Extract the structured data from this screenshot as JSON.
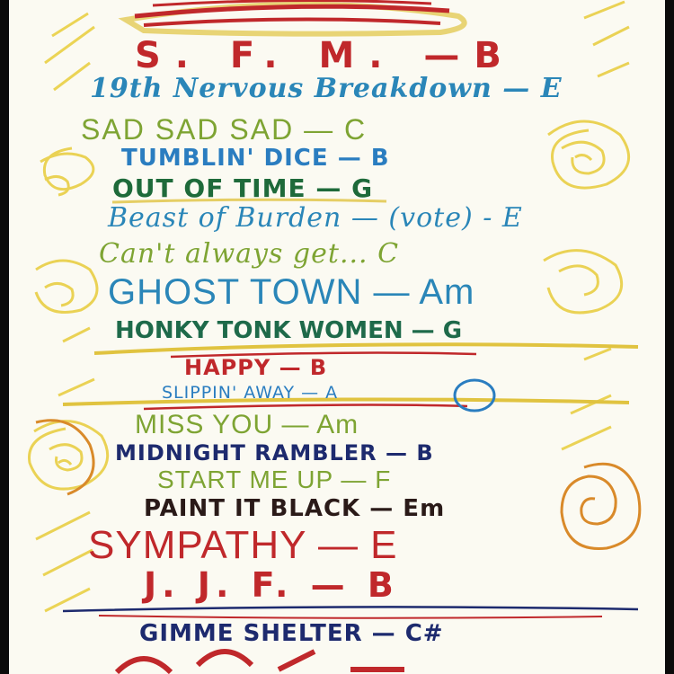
{
  "setlist": {
    "songs": [
      {
        "text": "S. F. M. —B",
        "color": "#c0282b"
      },
      {
        "text": "19th Nervous Breakdown — E",
        "color": "#2a86b8"
      },
      {
        "text": "SAD SAD SAD — C",
        "color": "#7ea433"
      },
      {
        "text": "TUMBLIN' DICE — B",
        "color": "#2a7dc0"
      },
      {
        "text": "OUT OF TIME — G",
        "color": "#1e6a3a"
      },
      {
        "text": "Beast of Burden — (vote) - E",
        "color": "#2a86b8"
      },
      {
        "text": "Can't always get... C",
        "color": "#7ea433"
      },
      {
        "text": "GHOST TOWN — Am",
        "color": "#2a86b8"
      },
      {
        "text": "HONKY TONK WOMEN — G",
        "color": "#1e6a4a"
      },
      {
        "text": "HAPPY — B",
        "color": "#c0282b"
      },
      {
        "text": "SLIPPIN' AWAY — A",
        "color": "#2a7dc0"
      },
      {
        "text": "MISS YOU — Am",
        "color": "#7ea433"
      },
      {
        "text": "MIDNIGHT RAMBLER — B",
        "color": "#1d2a6e"
      },
      {
        "text": "START ME UP — F",
        "color": "#7ea433"
      },
      {
        "text": "PAINT IT BLACK — Em",
        "color": "#2a1a18"
      },
      {
        "text": "SYMPATHY — E",
        "color": "#c0282b"
      },
      {
        "text": "J. J. F. — B",
        "color": "#c0282b"
      },
      {
        "text": "GIMME SHELTER — C#",
        "color": "#1d2a6e"
      }
    ]
  }
}
